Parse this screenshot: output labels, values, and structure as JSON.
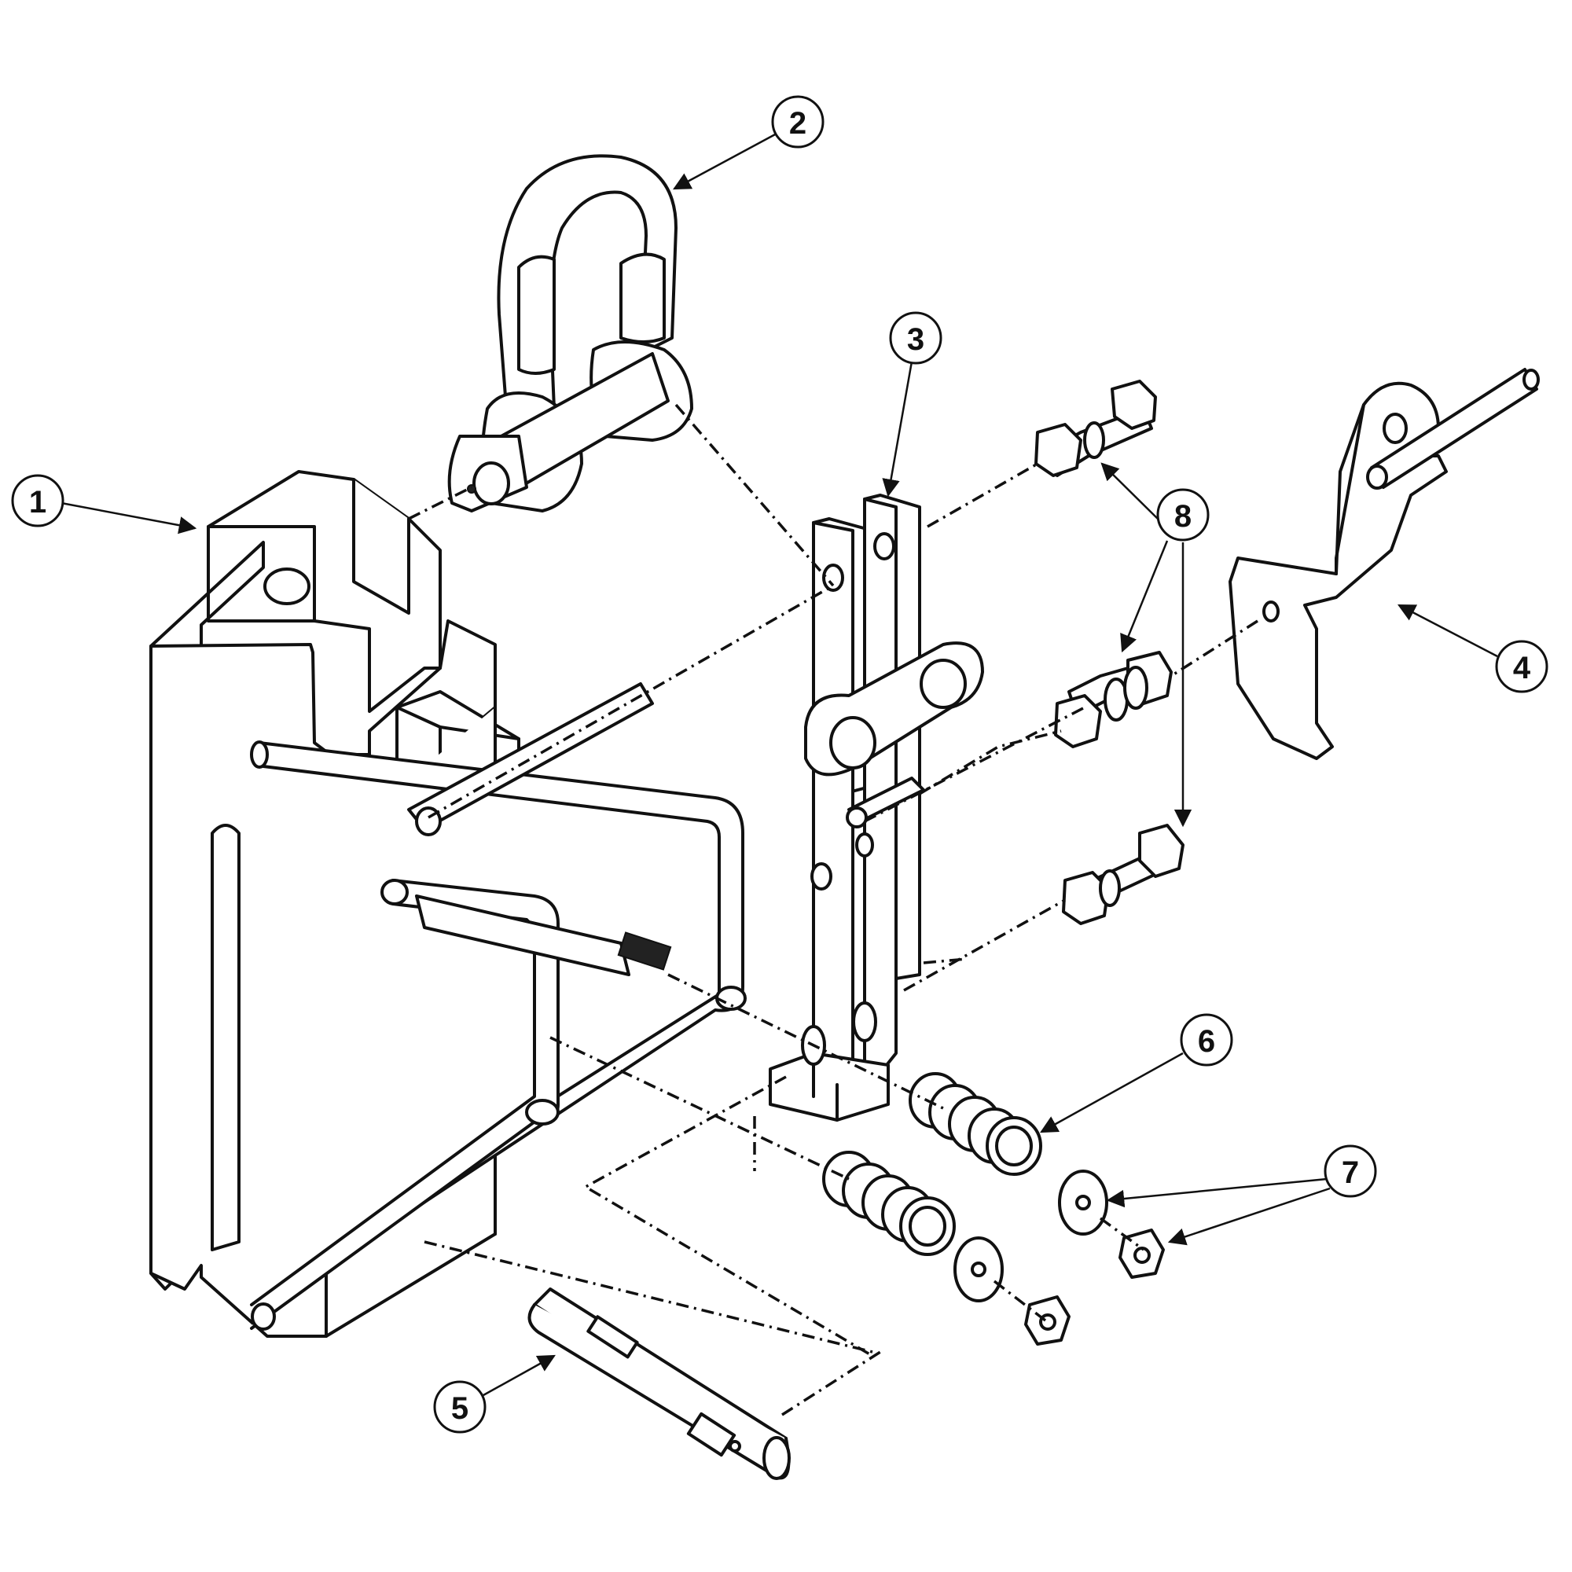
{
  "diagram": {
    "callouts": [
      {
        "id": "1",
        "label": "1"
      },
      {
        "id": "2",
        "label": "2"
      },
      {
        "id": "3",
        "label": "3"
      },
      {
        "id": "4",
        "label": "4"
      },
      {
        "id": "5",
        "label": "5"
      },
      {
        "id": "6",
        "label": "6"
      },
      {
        "id": "7",
        "label": "7"
      },
      {
        "id": "8",
        "label": "8"
      }
    ]
  },
  "colors": {
    "line": "#111111",
    "background": "#ffffff",
    "shade": "#d9d9d9"
  }
}
